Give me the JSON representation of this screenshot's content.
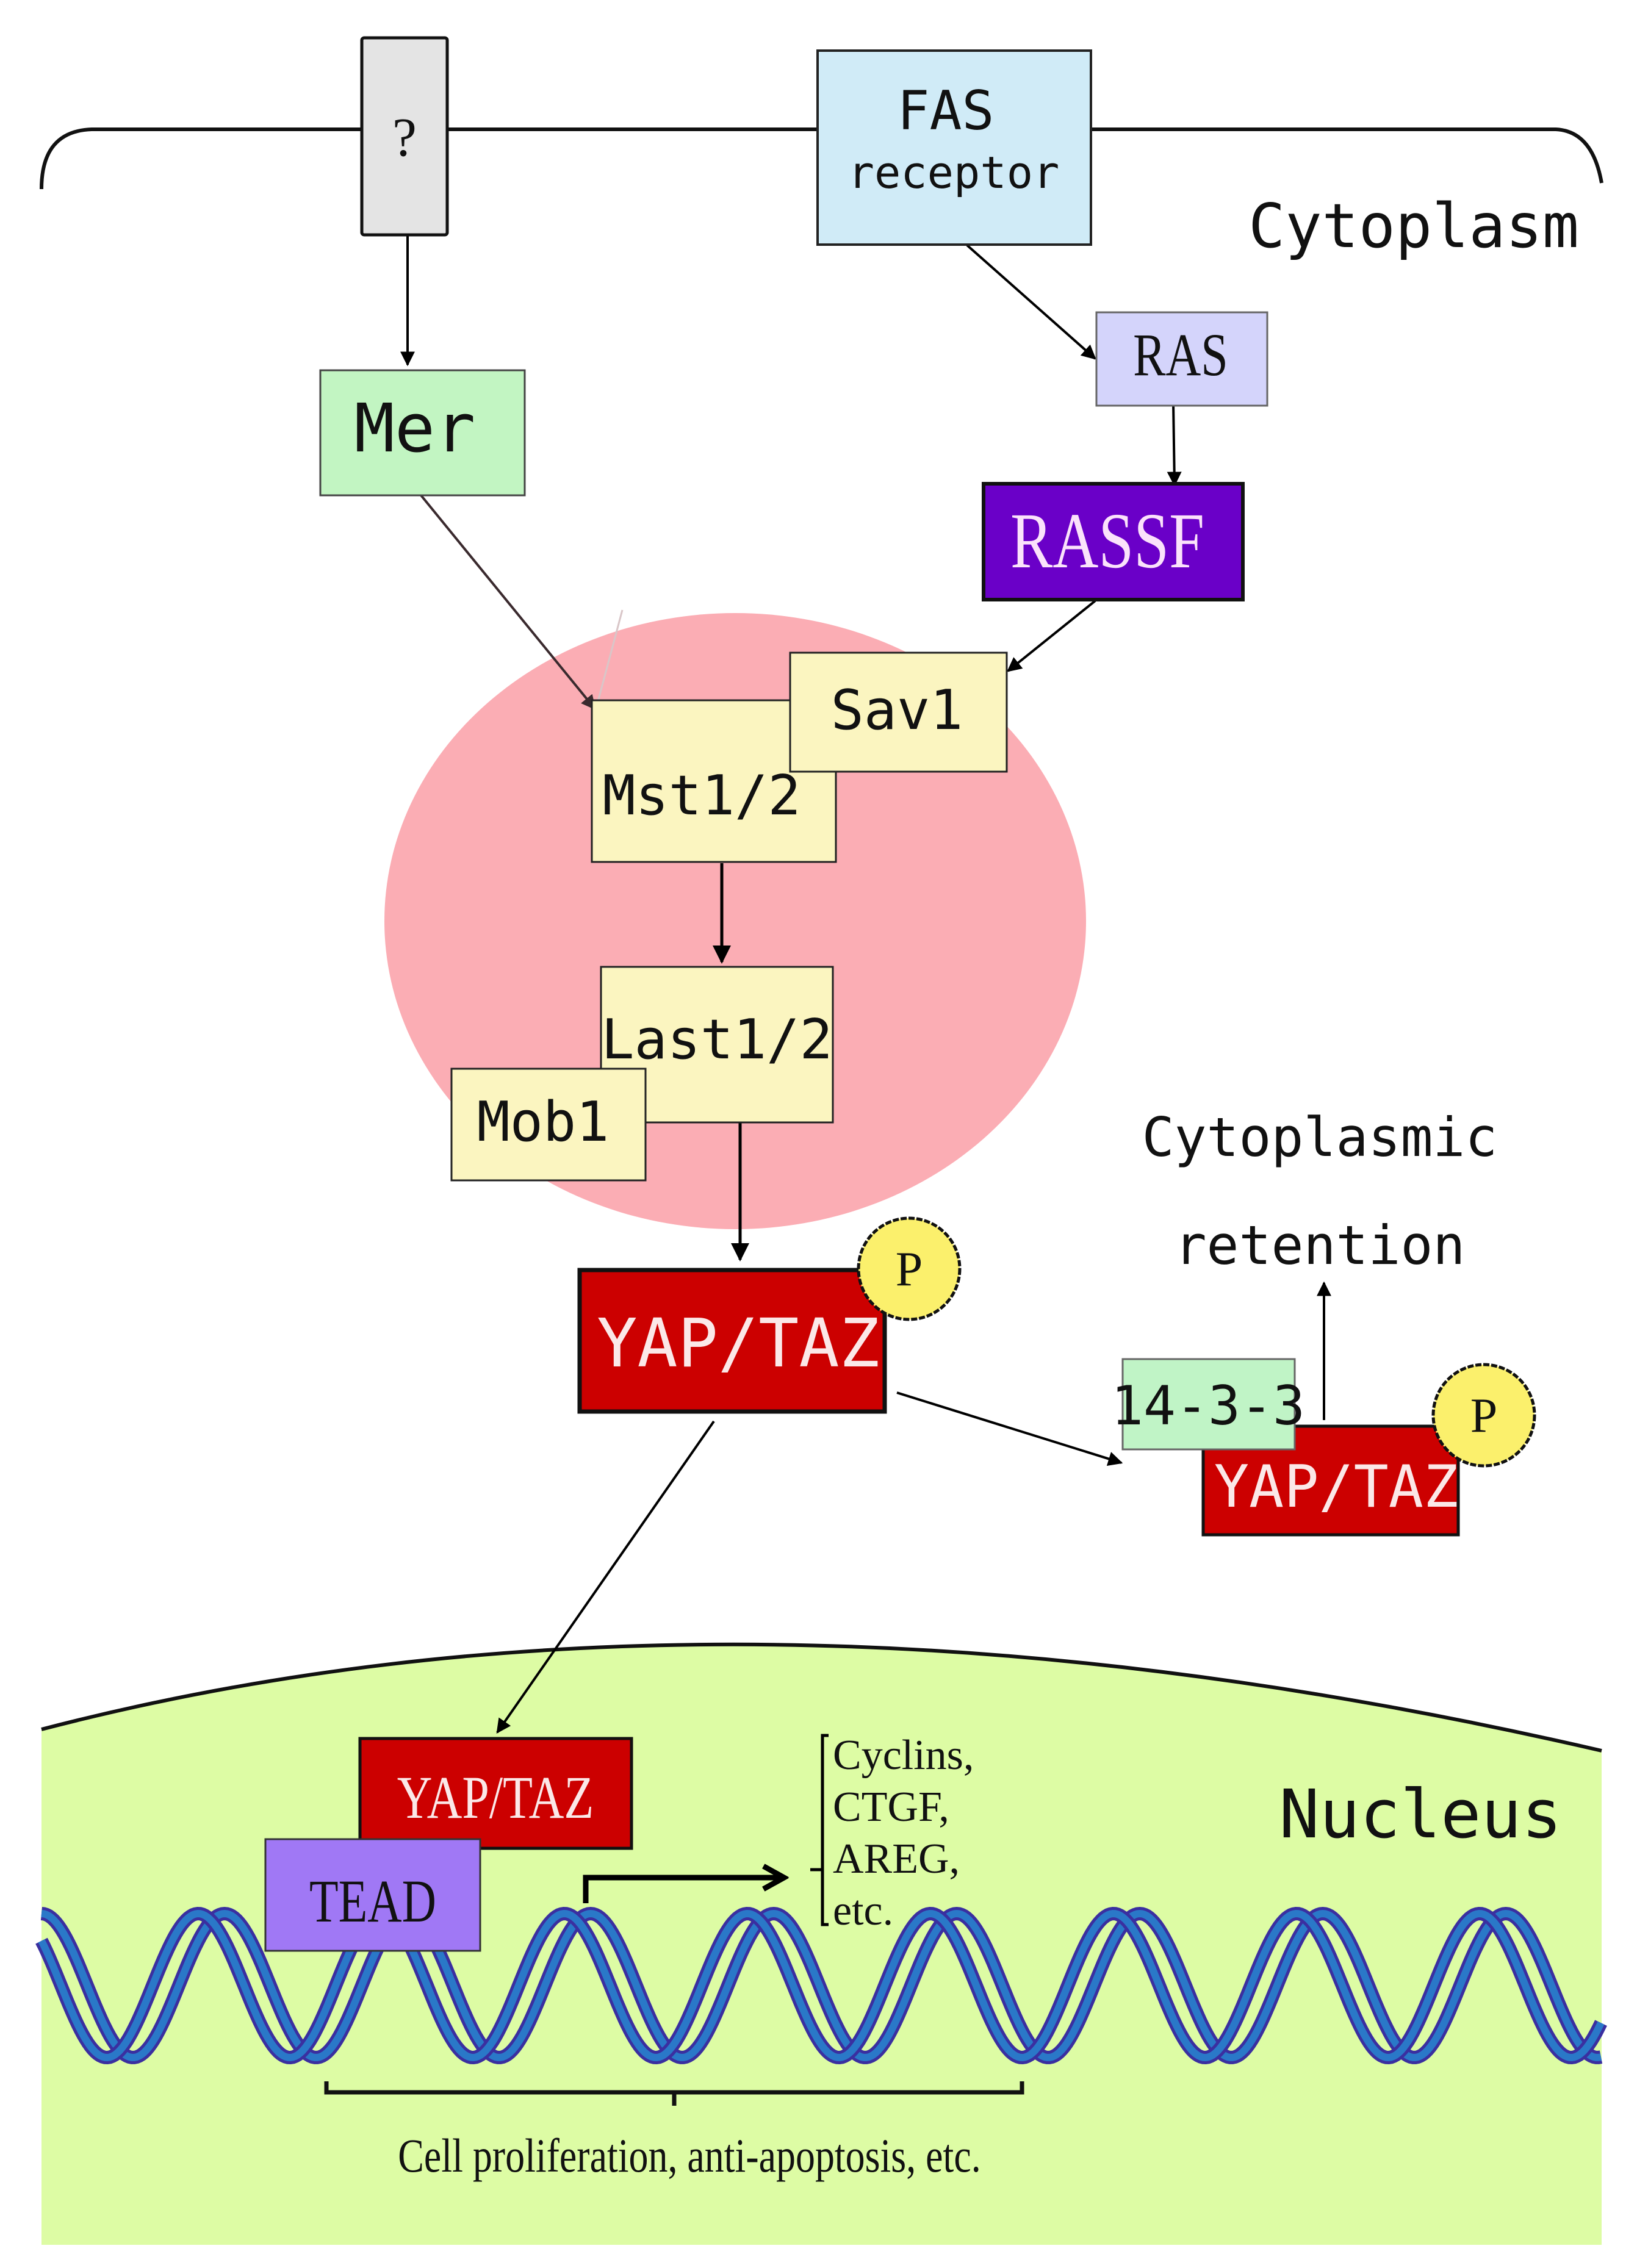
{
  "compartments": {
    "cytoplasm_label": "Cytoplasm",
    "nucleus_label": "Nucleus"
  },
  "nodes": {
    "unknown_receptor": "?",
    "fas_receptor_line1": "FAS",
    "fas_receptor_line2": "receptor",
    "mer": "Mer",
    "ras": "RAS",
    "rassf": "RASSF",
    "sav1": "Sav1",
    "mst": "Mst1/2",
    "last": "Last1/2",
    "mob1": "Mob1",
    "yap_taz_phos": "YAP/TAZ",
    "phospho_1": "P",
    "protein_14_3_3": "14-3-3",
    "yap_taz_retained": "YAP/TAZ",
    "phospho_2": "P",
    "yap_taz_nuclear": "YAP/TAZ",
    "tead": "TEAD"
  },
  "annotations": {
    "retention_line1": "Cytoplasmic",
    "retention_line2": "retention",
    "target_genes": [
      "Cyclins,",
      "CTGF,",
      "AREG,",
      "etc."
    ],
    "outcome": "Cell proliferation, anti-apoptosis, etc."
  },
  "colors": {
    "unknown_receptor": "#e4e4e4",
    "fas_receptor": "#d0ebf7",
    "mer": "#c2f5c2",
    "ras": "#d4d4fb",
    "rassf": "#6a00c8",
    "core_complex_bg": "#fbadb4",
    "kinase_box": "#fbf5c0",
    "yap_taz": "#cc0000",
    "phospho": "#fbf06c",
    "protein_14_3_3": "#c0f4c6",
    "tead": "#a078f5",
    "nucleus": "#ddfca4",
    "dna": "#2a78c8"
  }
}
